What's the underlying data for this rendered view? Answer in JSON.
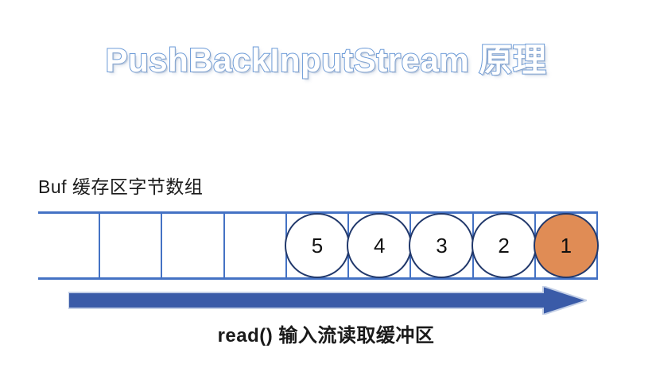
{
  "slide": {
    "background_color": "#FFFFFF",
    "title": "PushBackInputStream 原理",
    "title_outline_color": "#6A9AD8",
    "title_fill_color": "#FFFFFF"
  },
  "buffer": {
    "label": "Buf 缓存区字节数组",
    "border_color": "#4472C4",
    "circle_stroke_color": "#21386B",
    "highlight_color": "#E08C55",
    "cells": [
      {
        "index": 1,
        "value": "",
        "has_circle": false,
        "highlighted": false
      },
      {
        "index": 2,
        "value": "",
        "has_circle": false,
        "highlighted": false
      },
      {
        "index": 3,
        "value": "",
        "has_circle": false,
        "highlighted": false
      },
      {
        "index": 4,
        "value": "",
        "has_circle": false,
        "highlighted": false
      },
      {
        "index": 5,
        "value": "5",
        "has_circle": true,
        "highlighted": false
      },
      {
        "index": 6,
        "value": "4",
        "has_circle": true,
        "highlighted": false
      },
      {
        "index": 7,
        "value": "3",
        "has_circle": true,
        "highlighted": false
      },
      {
        "index": 8,
        "value": "2",
        "has_circle": true,
        "highlighted": false
      },
      {
        "index": 9,
        "value": "1",
        "has_circle": true,
        "highlighted": true
      }
    ]
  },
  "arrow": {
    "icon": "right-arrow-icon",
    "direction": "right",
    "fill_color": "#3A5BA8",
    "outline_color": "#B9C7E2",
    "caption": "read() 输入流读取缓冲区"
  }
}
